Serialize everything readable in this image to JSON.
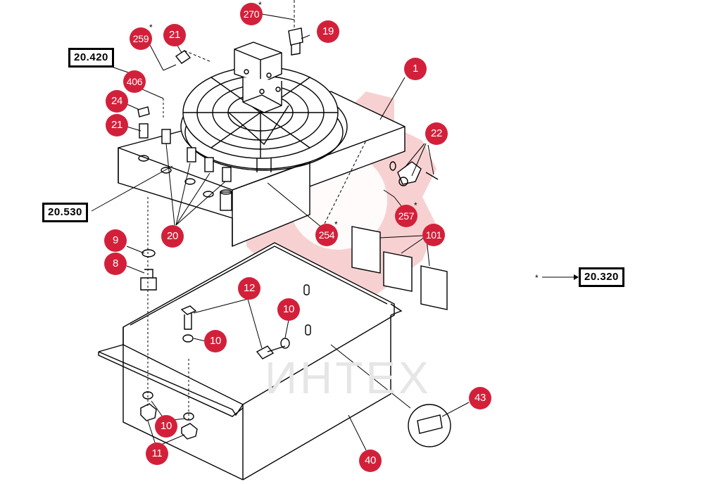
{
  "watermark": "ИНТЕХ",
  "colors": {
    "callout": "#d3203a",
    "line": "#000000",
    "watermark_logo": "#f6c9c9"
  },
  "callouts": {
    "c270": "270",
    "c19": "19",
    "c21a": "21",
    "c259": "259",
    "c406": "406",
    "c24": "24",
    "c21b": "21",
    "c1": "1",
    "c22": "22",
    "c257": "257",
    "c101": "101",
    "c254": "254",
    "c20": "20",
    "c9": "9",
    "c8": "8",
    "c12": "12",
    "c10a": "10",
    "c10b": "10",
    "c10c": "10",
    "c11": "11",
    "c43": "43",
    "c40": "40"
  },
  "refs": {
    "r20420": "20.420",
    "r20530": "20.530",
    "r20320": "20.320"
  },
  "stars": {
    "s270": "*",
    "s259": "*",
    "s257": "*",
    "s254": "*",
    "s20320": "*"
  }
}
